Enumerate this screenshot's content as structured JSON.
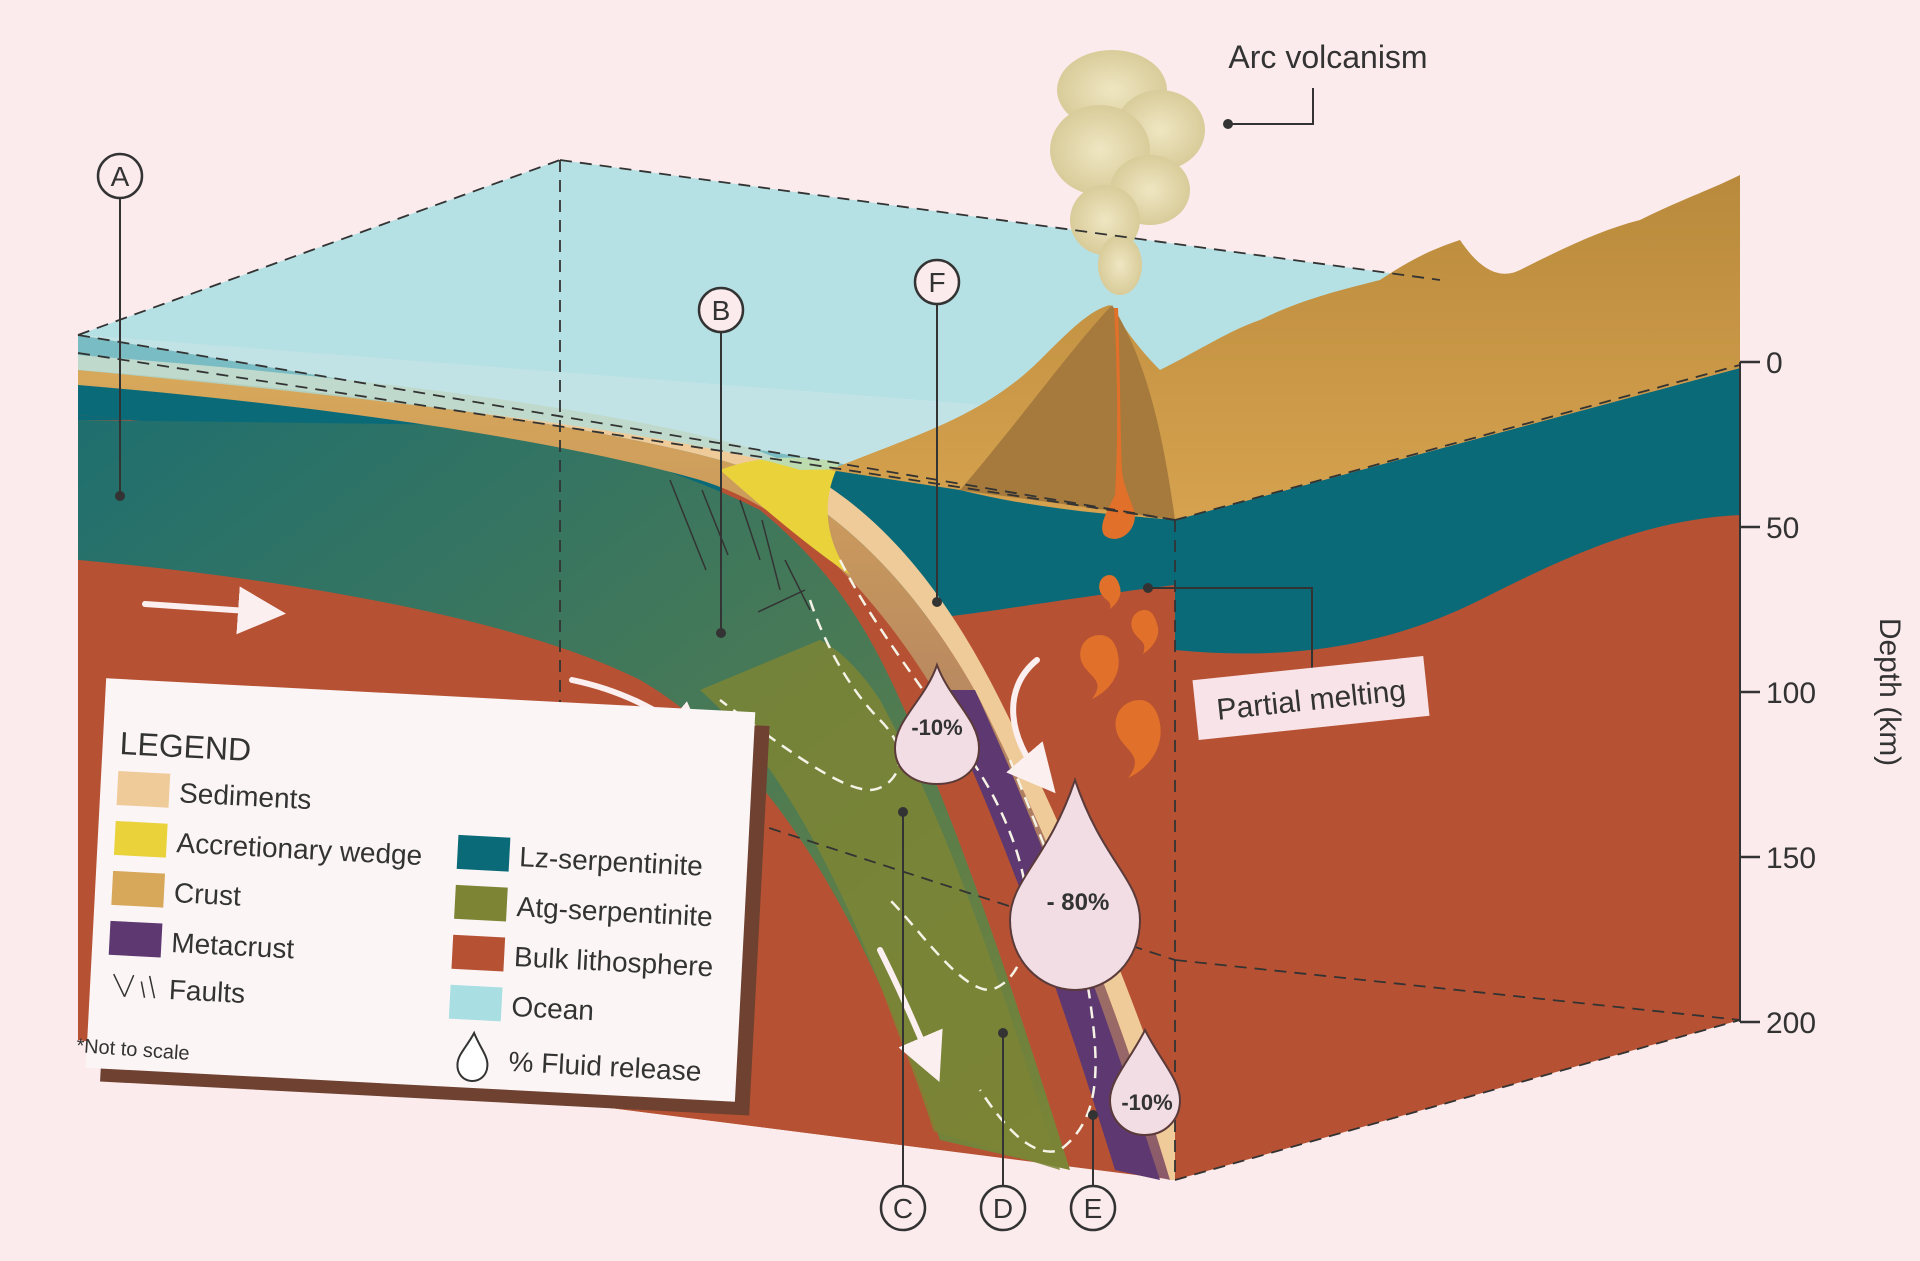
{
  "callouts": {
    "arc_volcanism": "Arc volcanism",
    "partial_melting": "Partial melting",
    "not_to_scale": "*Not to scale"
  },
  "markers": {
    "a": "A",
    "b": "B",
    "c": "C",
    "d": "D",
    "e": "E",
    "f": "F"
  },
  "depth_axis": {
    "label": "Depth (km)",
    "ticks": [
      "0",
      "50",
      "100",
      "150",
      "200"
    ]
  },
  "fluid_release": {
    "upper_drop": "-10%",
    "main_drop": "- 80%",
    "lower_drop": "-10%"
  },
  "legend": {
    "title": "LEGEND",
    "items": [
      {
        "label": "Sediments",
        "color": "#f0cb9a"
      },
      {
        "label": "Accretionary wedge",
        "color": "#e9d23a"
      },
      {
        "label": "Crust",
        "color": "#d8a85a"
      },
      {
        "label": "Metacrust",
        "color": "#5e3870"
      },
      {
        "label": "Faults",
        "color": "#333333"
      },
      {
        "label": "Lz-serpentinite",
        "color": "#0b6a78"
      },
      {
        "label": "Atg-serpentinite",
        "color": "#7d8535"
      },
      {
        "label": "Bulk lithosphere",
        "color": "#b65233"
      },
      {
        "label": "Ocean",
        "color": "#a9dfe2"
      },
      {
        "label": "% Fluid release",
        "color": "#ffffff"
      }
    ]
  },
  "colors": {
    "background": "#fbebed",
    "ocean": "#a9dfe2",
    "lz_serpentinite": "#0b6a78",
    "atg_serpentinite": "#7d8535",
    "bulk_lithosphere": "#b65233",
    "crust": "#d8a85a",
    "sediments": "#f0cb9a",
    "metacrust": "#5e3870",
    "wedge": "#e9d23a",
    "land": "#c5923f",
    "magma": "#e0702a"
  }
}
